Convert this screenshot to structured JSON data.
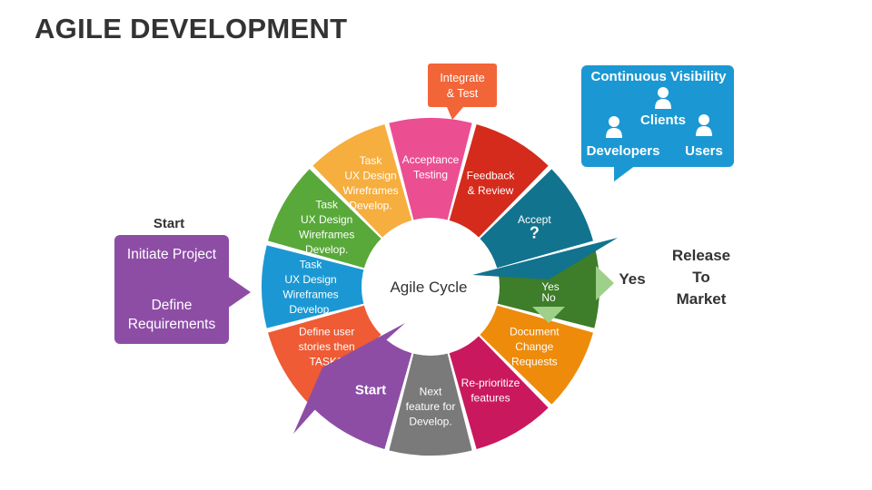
{
  "title": "AGILE DEVELOPMENT",
  "center_label": "Agile Cycle",
  "segments": [
    {
      "label": "Acceptance\nTesting",
      "color": "#EC4E92"
    },
    {
      "label": "Feedback\n& Review",
      "color": "#D42B1C"
    },
    {
      "label": "Accept\n?",
      "color": "#11738E"
    },
    {
      "label": "Yes",
      "color": "#3E7D2A"
    },
    {
      "label": "Document\nChange\nRequests",
      "color": "#EE8B0A"
    },
    {
      "label": "Re-prioritize\nfeatures",
      "color": "#C9185E"
    },
    {
      "label": "Next\nfeature for\nDevelop.",
      "color": "#7A7A7A"
    },
    {
      "label": "Start",
      "color": "#8D4DA5"
    },
    {
      "label": "Define user\nstories then\nTASKS",
      "color": "#EE5B34"
    },
    {
      "label": "Task\nUX Design\nWireframes\nDevelop.",
      "color": "#1B98D3"
    },
    {
      "label": "Task\nUX Design\nWireframes\nDevelop.",
      "color": "#58A939"
    },
    {
      "label": "Task\nUX Design\nWireframes\nDevelop.",
      "color": "#F6AE3F"
    }
  ],
  "no_label": "No",
  "integrate_callout": {
    "text": "Integrate\n& Test",
    "color": "#F26538"
  },
  "start_label": "Start",
  "left_callout": {
    "line1": "Initiate Project",
    "line2": "Define\nRequirements",
    "color": "#8D4DA5"
  },
  "release_label": "Release\nTo\nMarket",
  "yes_label": "Yes",
  "visibility": {
    "title": "Continuous Visibility",
    "clients": "Clients",
    "developers": "Developers",
    "users": "Users",
    "color": "#1B98D3"
  },
  "icons": [
    "person-icon"
  ]
}
